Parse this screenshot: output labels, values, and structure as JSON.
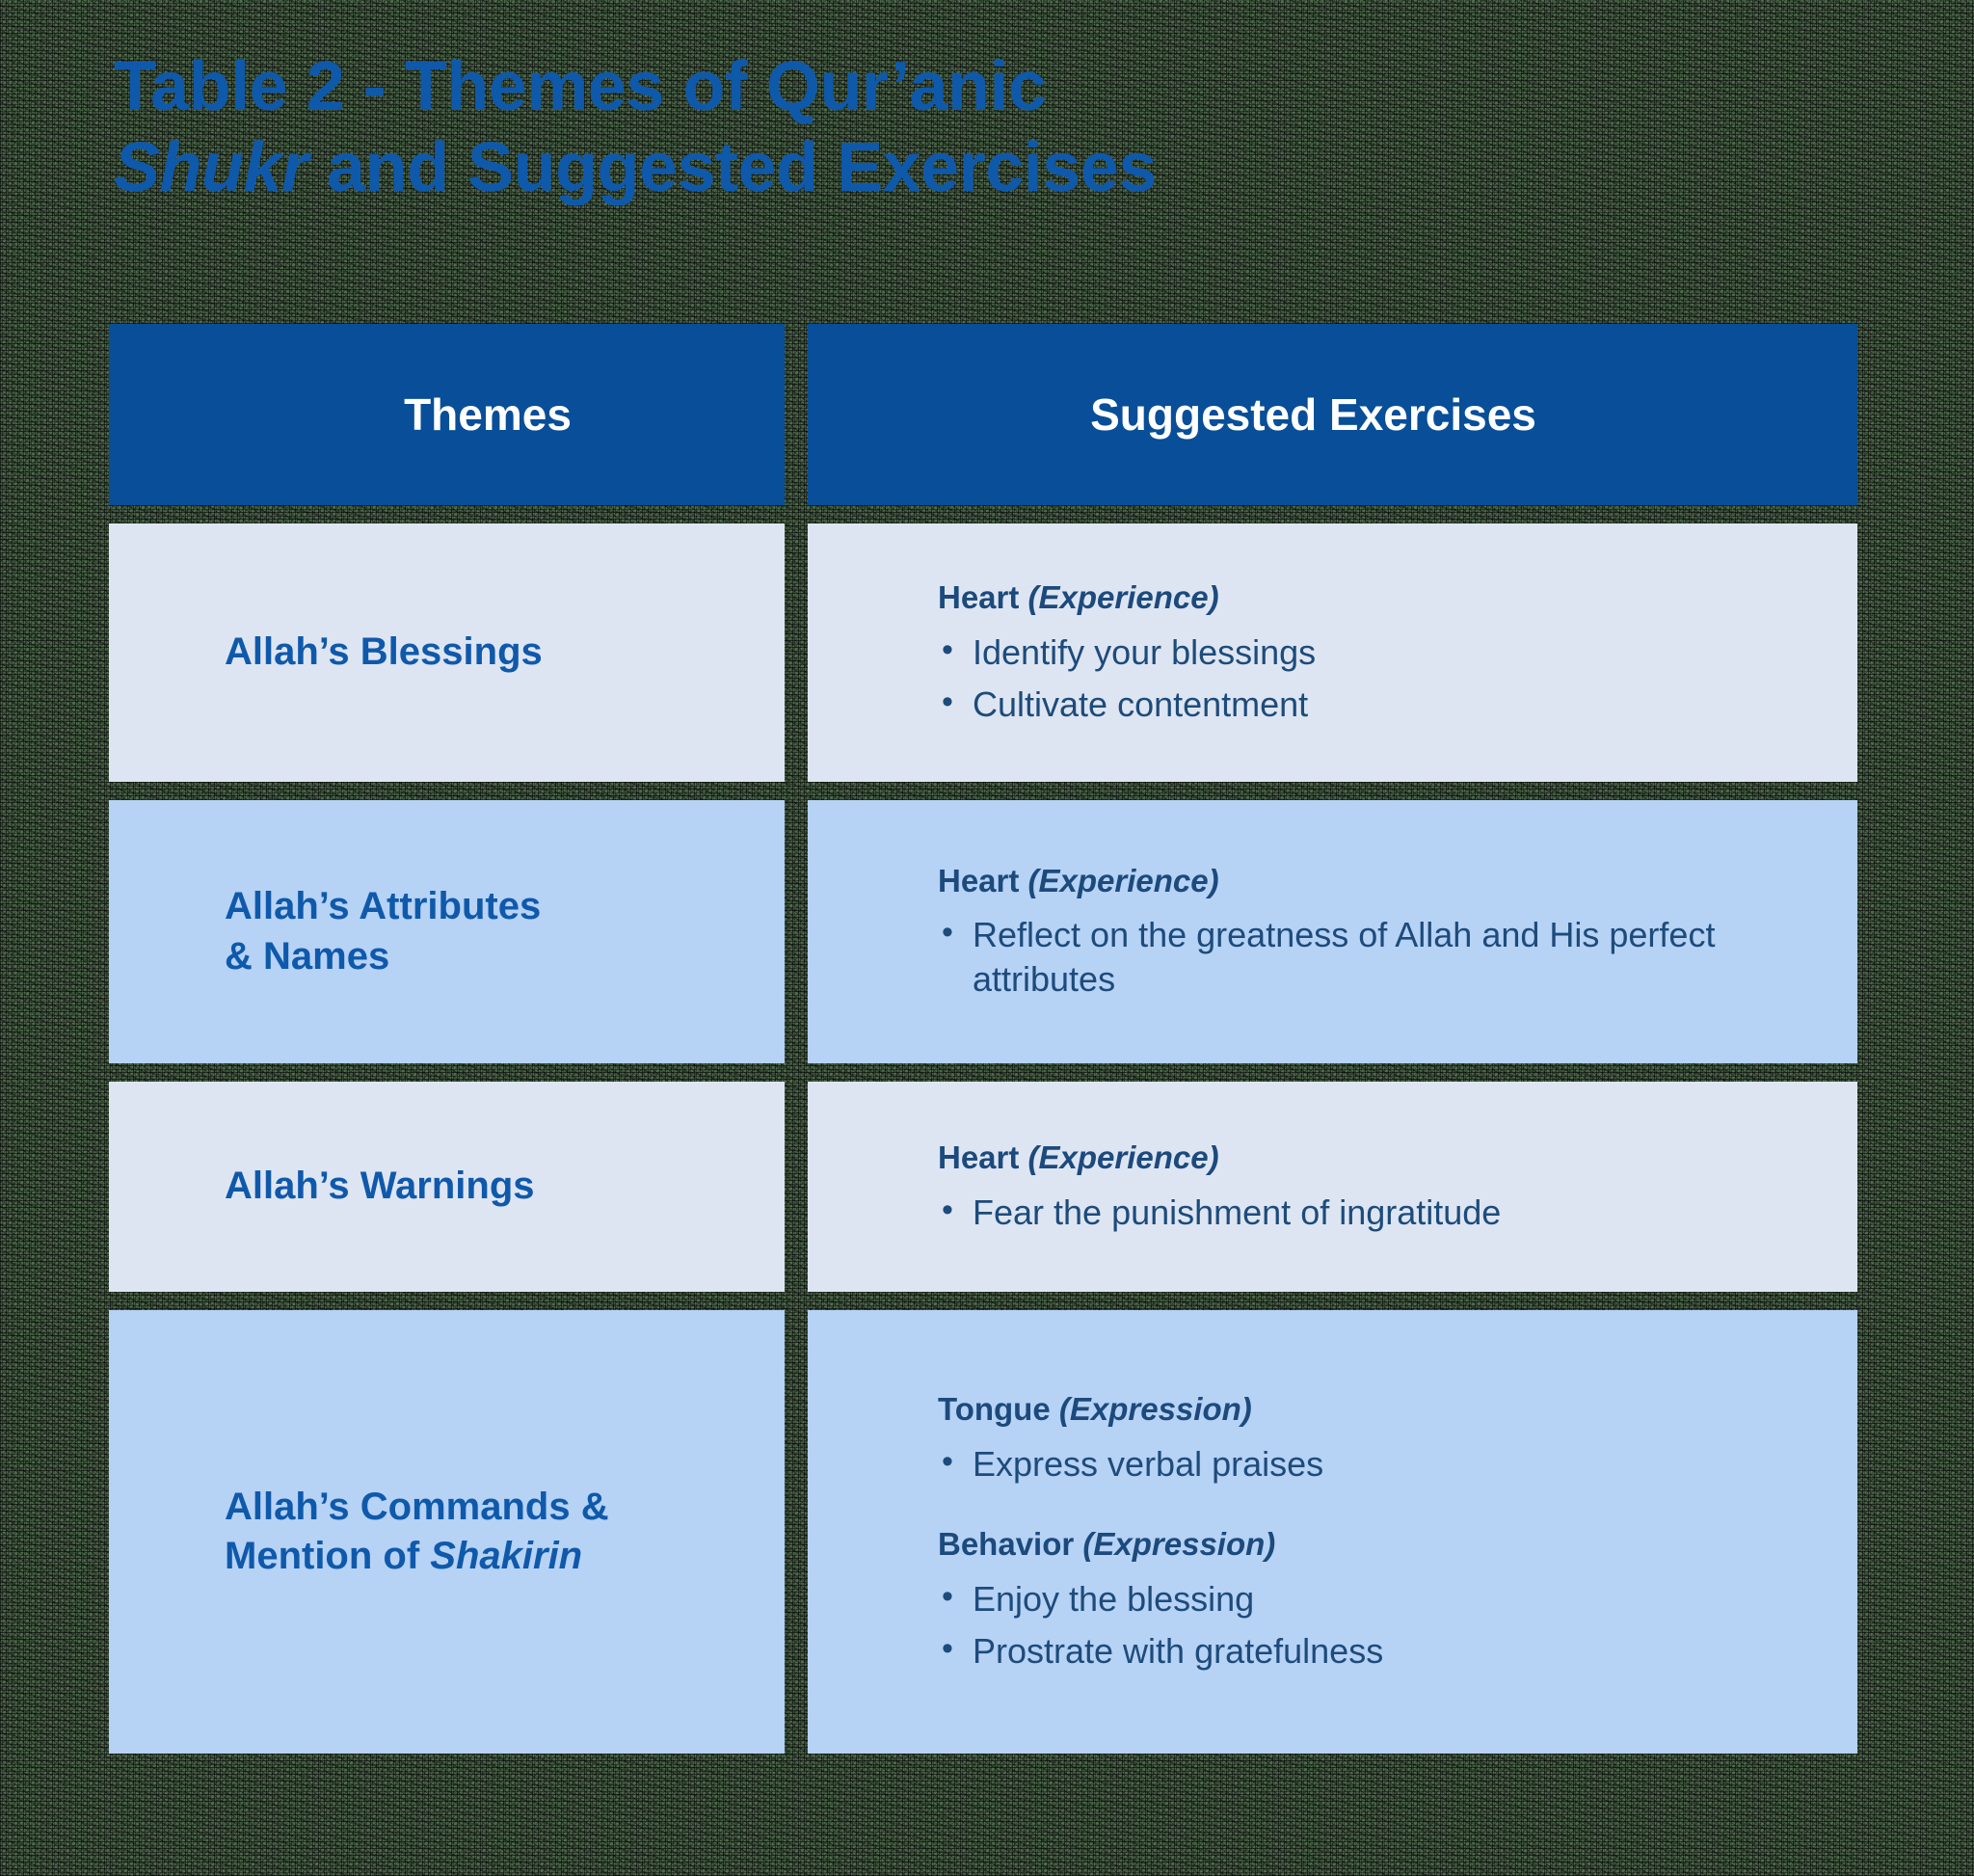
{
  "title": {
    "line1_bold": "Table 2 - ",
    "line1_rest": "Themes of Qur’anic",
    "line2_italic": "Shukr",
    "line2_rest": " and Suggested Exercises"
  },
  "colors": {
    "background": "#506b4e",
    "header_fill": "#084e98",
    "row_light": "#dee5f2",
    "row_mid": "#b6d2f5",
    "title_blue": "#0f59ab",
    "theme_blue": "#0f59ab",
    "body_navy": "#1d4b7b",
    "header_text": "#ffffff"
  },
  "table": {
    "headers": {
      "col1": "Themes",
      "col2": "Suggested Exercises"
    },
    "rows": [
      {
        "theme": "Allah’s Blessings",
        "theme_italic": "",
        "groups": [
          {
            "label": "Heart ",
            "label_italic": "(Experience)",
            "bullets": [
              "Identify your blessings",
              "Cultivate contentment"
            ]
          }
        ]
      },
      {
        "theme": "Allah’s Attributes\n& Names",
        "theme_italic": "",
        "groups": [
          {
            "label": "Heart ",
            "label_italic": "(Experience)",
            "bullets": [
              "Reflect on the greatness of Allah and His perfect attributes"
            ]
          }
        ]
      },
      {
        "theme": "Allah’s Warnings",
        "theme_italic": "",
        "groups": [
          {
            "label": "Heart ",
            "label_italic": "(Experience)",
            "bullets": [
              "Fear the punishment of ingratitude"
            ]
          }
        ]
      },
      {
        "theme": "Allah’s Commands &\nMention of ",
        "theme_italic": "Shakirin",
        "groups": [
          {
            "label": "Tongue ",
            "label_italic": "(Expression)",
            "bullets": [
              "Express verbal praises"
            ]
          },
          {
            "label": "Behavior ",
            "label_italic": "(Expression)",
            "bullets": [
              "Enjoy the blessing",
              "Prostrate with gratefulness"
            ]
          }
        ]
      }
    ]
  }
}
